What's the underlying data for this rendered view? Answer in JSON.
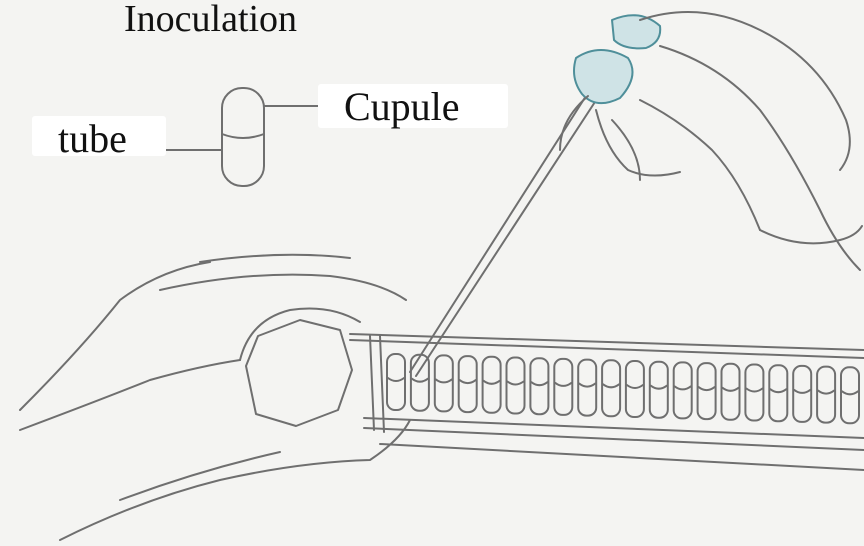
{
  "labels": {
    "title": "Inoculation",
    "cupule": "Cupule",
    "tube": "tube"
  },
  "colors": {
    "background": "#f4f4f2",
    "line": "#6f6f6f",
    "pipette_tip_accent": "#4f8f9a"
  },
  "strip": {
    "cupule_count": 20
  }
}
